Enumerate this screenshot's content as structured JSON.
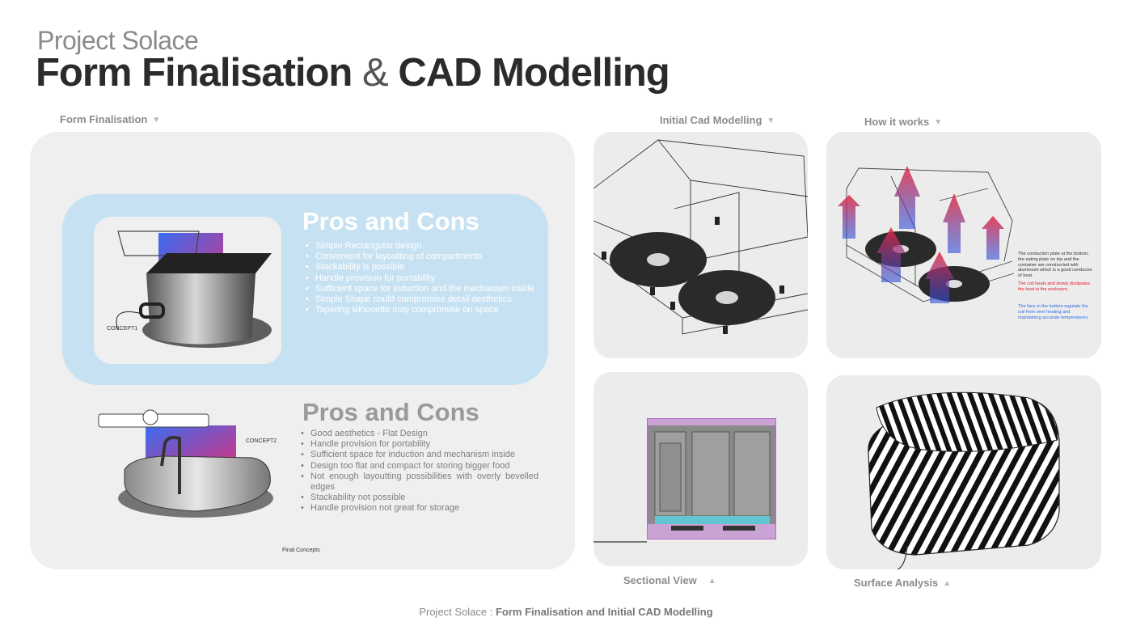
{
  "header": {
    "project": "Project Solace",
    "title_part1": "Form Finalisation",
    "title_amp": "&",
    "title_part2": "CAD Modelling"
  },
  "sections": {
    "form_finalisation": "Form Finalisation",
    "initial_cad": "Initial Cad Modelling",
    "how_it_works": "How it works",
    "sectional_view": "Sectional View",
    "surface_analysis": "Surface Analysis"
  },
  "concept1": {
    "title": "Pros and Cons",
    "sketch_label": "CONCEPT1",
    "points": [
      "Simple Rectangular design",
      "Convenient for layoutting of compartments",
      "Stackability is possible",
      "Handle provision for portability",
      "Sufficient space for induction and the mechanism inside",
      "Simple Shape could compromise detail aesthetics",
      "Tapering silhouette may compromise on space"
    ]
  },
  "concept2": {
    "title": "Pros and Cons",
    "sketch_label": "CONCEPT2",
    "points": [
      "Good aesthetics - Flat Design",
      "Handle provision for portability",
      "Sufficient space for induction and mechanism inside",
      "Design too flat and compact for storing bigger food",
      "Not enough layoutting possibilities with overly bevelled edges",
      "Stackability not possible",
      "Handle provision not great for storage"
    ]
  },
  "final_concepts": "Final Concepts",
  "how_notes": {
    "black": "The conduction plate at the bottom, the eating plate on top and the container are constructed with aluminium which is a good conductor of heat.",
    "red": "The coil heats and slowly dissipates the heat in the enclosure.",
    "blue": "The fans in the bottom regulate the coil from over heating and maintaining accurate temperatures."
  },
  "footer": {
    "prefix": "Project Solace : ",
    "bold": "Form Finalisation and Initial CAD Modelling"
  },
  "colors": {
    "highlight": "#c6e2f2",
    "panel": "#efefef",
    "heat_red": "#e0182d",
    "fan_blue": "#2b6be0"
  }
}
